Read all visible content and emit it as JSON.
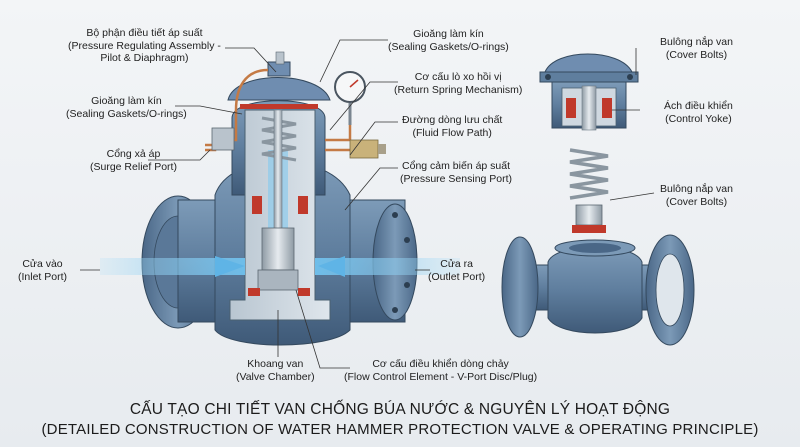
{
  "labels": {
    "pressure_assembly": {
      "vi": "Bộ phận điều tiết áp suất",
      "en": "(Pressure Regulating Assembly -",
      "en2": "Pilot & Diaphragm)"
    },
    "sealing_left": {
      "vi": "Gioăng làm kín",
      "en": "(Sealing Gaskets/O-rings)"
    },
    "surge_relief": {
      "vi": "Cổng xả áp",
      "en": "(Surge Relief Port)"
    },
    "inlet": {
      "vi": "Cửa vào",
      "en": "(Inlet Port)"
    },
    "valve_chamber": {
      "vi": "Khoang van",
      "en": "(Valve Chamber)"
    },
    "sealing_top": {
      "vi": "Gioăng làm kín",
      "en": "(Sealing Gaskets/O-rings)"
    },
    "return_spring": {
      "vi": "Cơ cấu lò xo hồi vị",
      "en": "(Return Spring Mechanism)"
    },
    "fluid_flow": {
      "vi": "Đường dòng lưu chất",
      "en": "(Fluid Flow Path)"
    },
    "pressure_sensing": {
      "vi": "Cổng cảm biến áp suất",
      "en": "(Pressure Sensing Port)"
    },
    "outlet": {
      "vi": "Cửa ra",
      "en": "(Outlet Port)"
    },
    "flow_control": {
      "vi": "Cơ cấu điều khiển dòng chảy",
      "en": "(Flow Control Element - V-Port Disc/Plug)"
    },
    "cover_bolts_top": {
      "vi": "Bulông nắp van",
      "en": "(Cover Bolts)"
    },
    "control_yoke": {
      "vi": "Ách điều khiển",
      "en": "(Control Yoke)"
    },
    "cover_bolts_bottom": {
      "vi": "Bulông nắp van",
      "en": "(Cover Bolts)"
    }
  },
  "title": {
    "line1": "CẤU TẠO CHI TIẾT VAN CHỐNG BÚA NƯỚC & NGUYÊN LÝ HOẠT ĐỘNG",
    "line2": "(DETAILED CONSTRUCTION OF WATER HAMMER PROTECTION VALVE & OPERATING PRINCIPLE)"
  },
  "colors": {
    "body": "#5f7e9e",
    "body_dark": "#3f5a78",
    "cut": "#c8d3dc",
    "flow": "#7cc8f0",
    "seal": "#c0392b",
    "copper": "#c47a45",
    "background": "#eef1f4"
  }
}
